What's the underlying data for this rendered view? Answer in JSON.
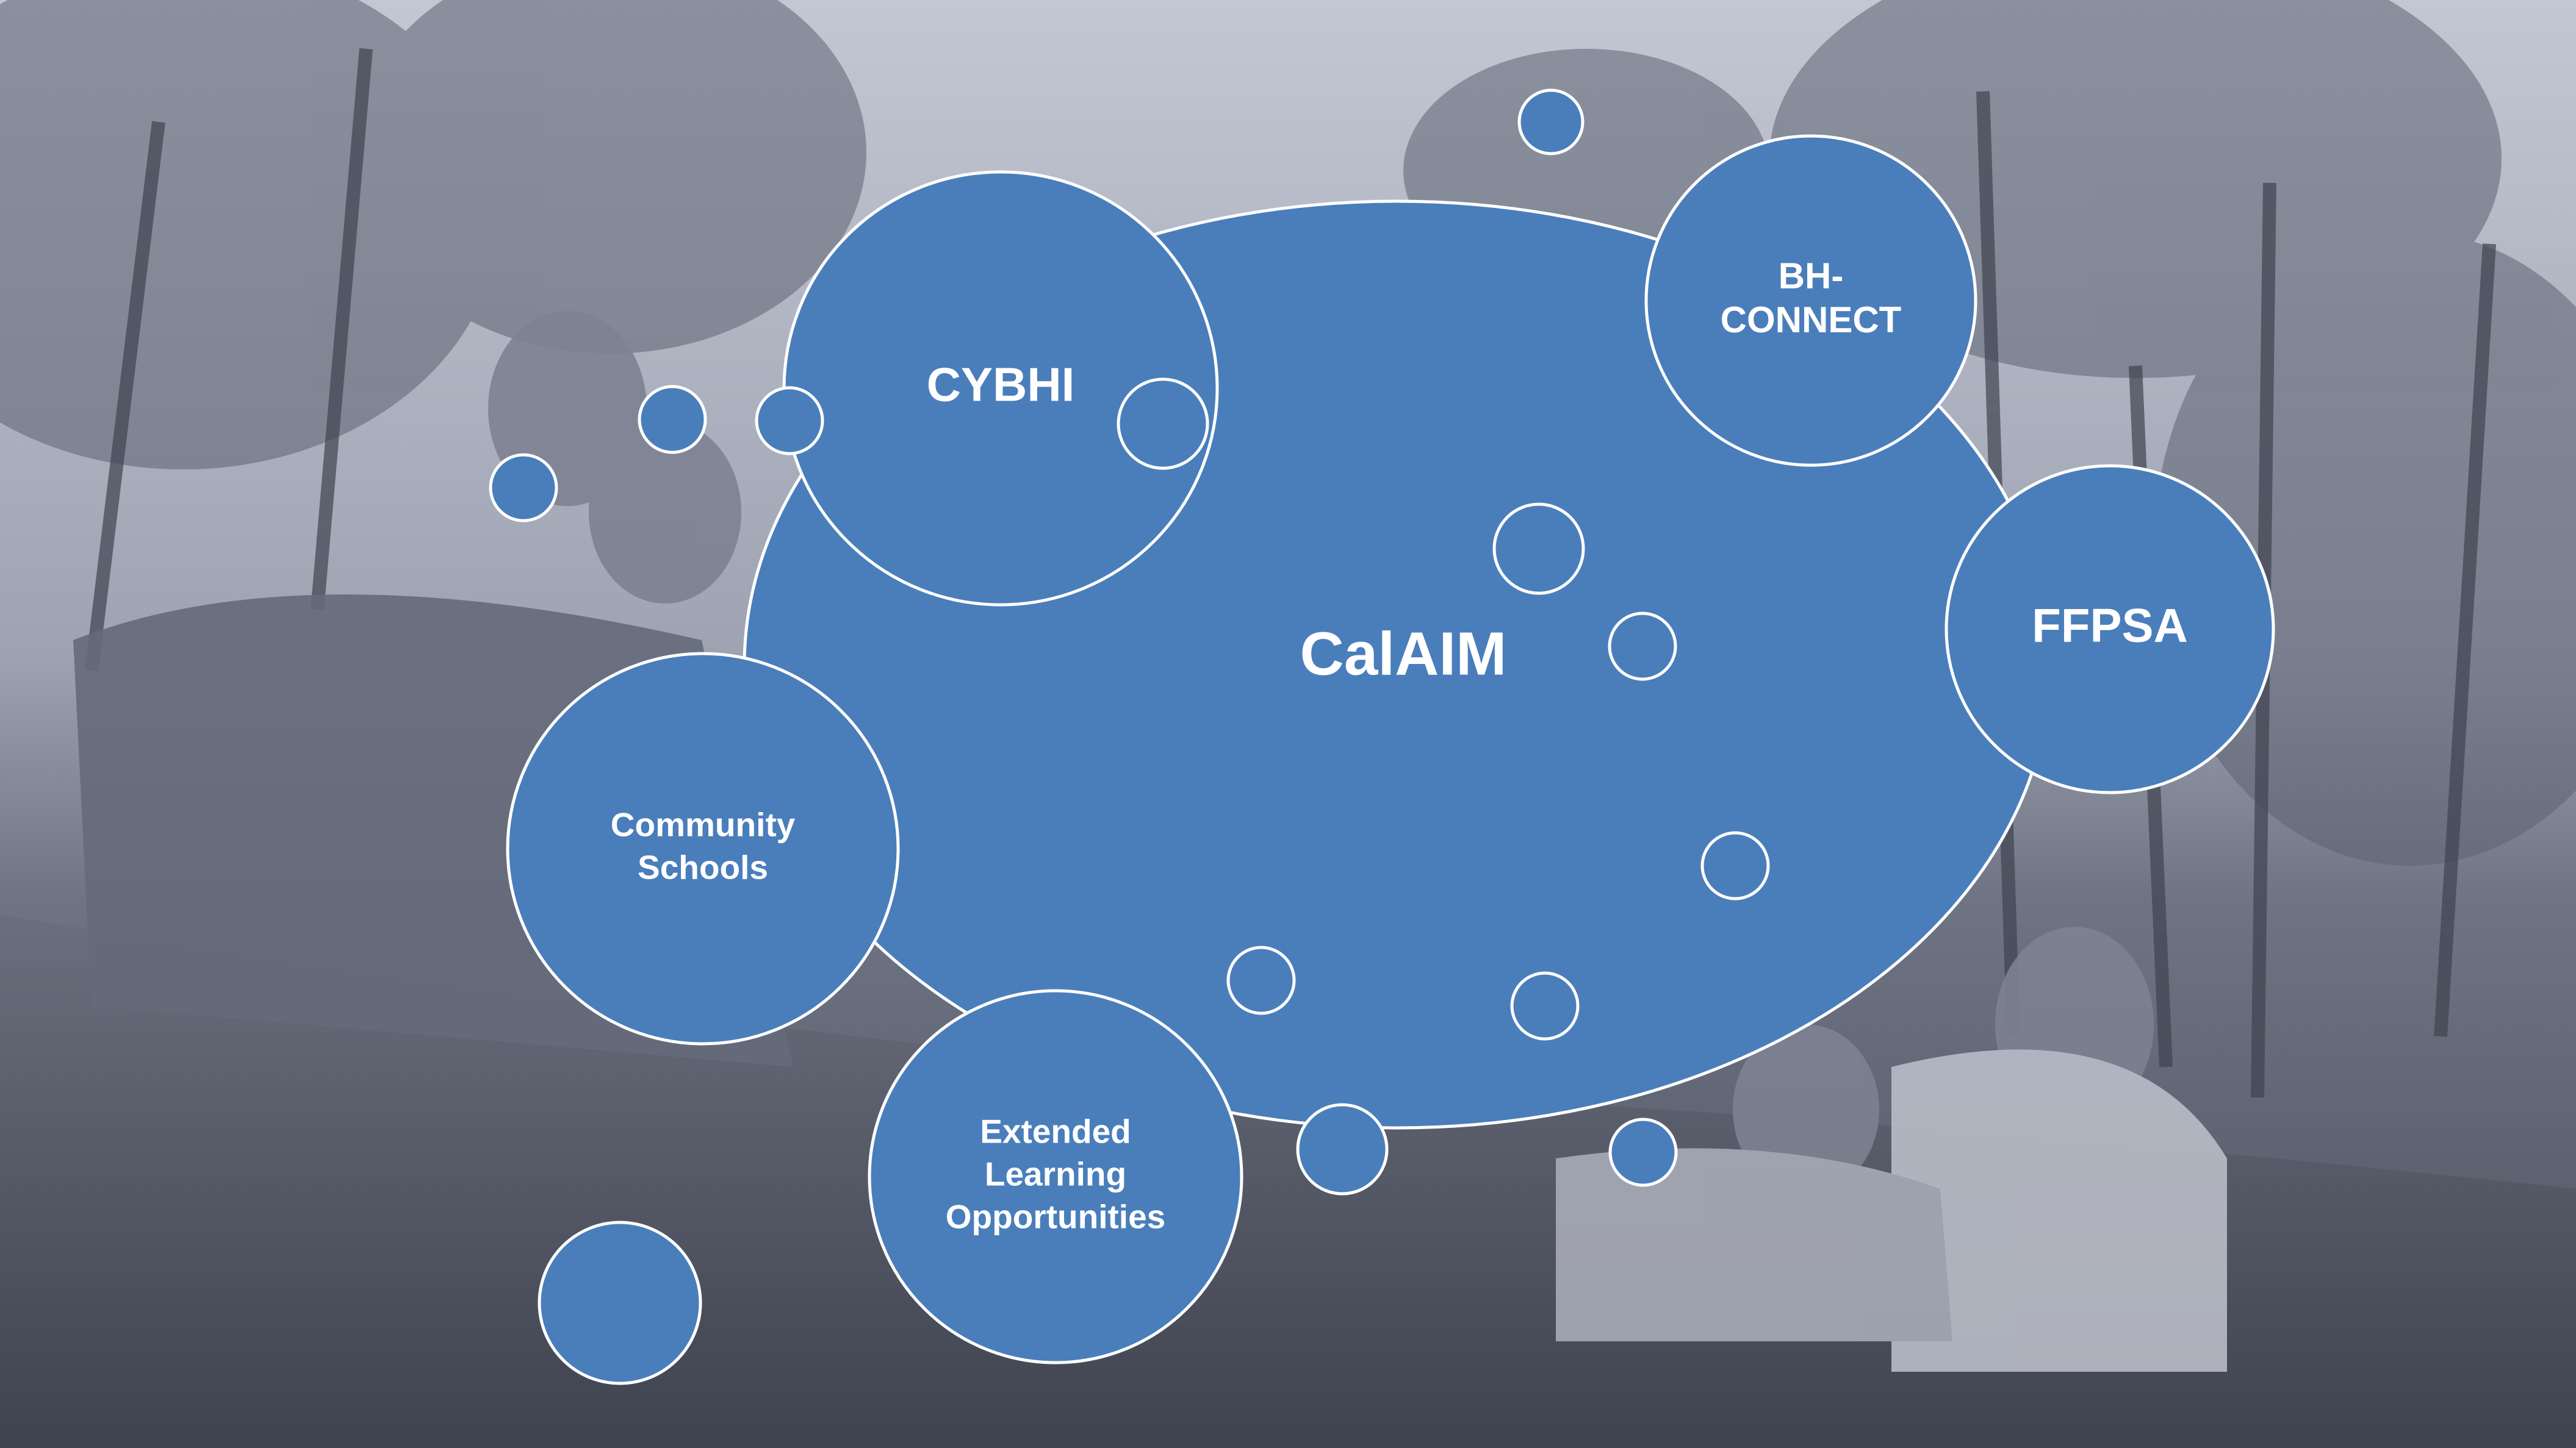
{
  "diagram": {
    "center": {
      "label": "CalAIM"
    },
    "nodes": [
      {
        "id": "cybhi",
        "lines": [
          "CYBHI"
        ]
      },
      {
        "id": "bh-connect",
        "lines": [
          "BH-",
          "CONNECT"
        ]
      },
      {
        "id": "ffpsa",
        "lines": [
          "FFPSA"
        ]
      },
      {
        "id": "community-schools",
        "lines": [
          "Community",
          "Schools"
        ]
      },
      {
        "id": "extended-learning",
        "lines": [
          "Extended",
          "Learning",
          "Opportunities"
        ]
      }
    ]
  },
  "colors": {
    "bubble_fill": "#4a7ebb",
    "bubble_stroke": "#ffffff",
    "photo_tint": "#8c93a8"
  }
}
